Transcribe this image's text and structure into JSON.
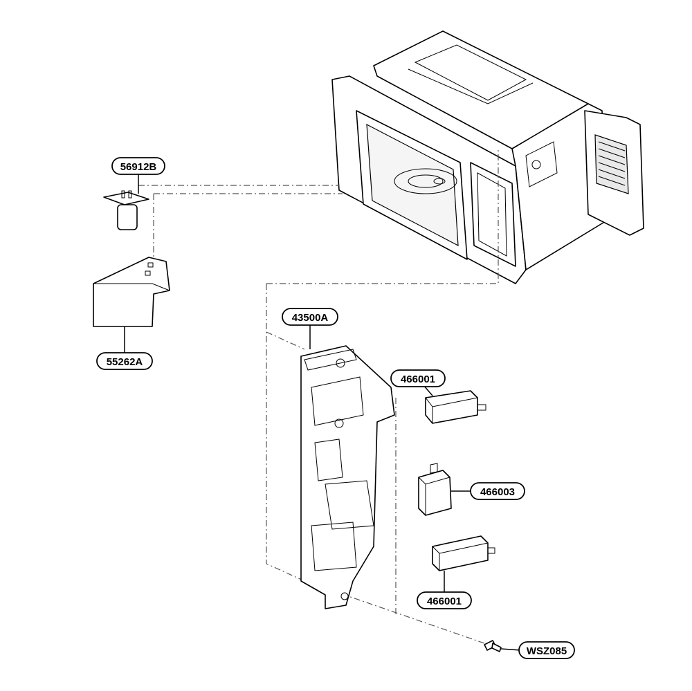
{
  "parts": {
    "p56912B": "56912B",
    "p55262A": "55262A",
    "p43500A": "43500A",
    "p466001_top": "466001",
    "p466003": "466003",
    "p466001_bottom": "466001",
    "pWSZ085": "WSZ085"
  }
}
